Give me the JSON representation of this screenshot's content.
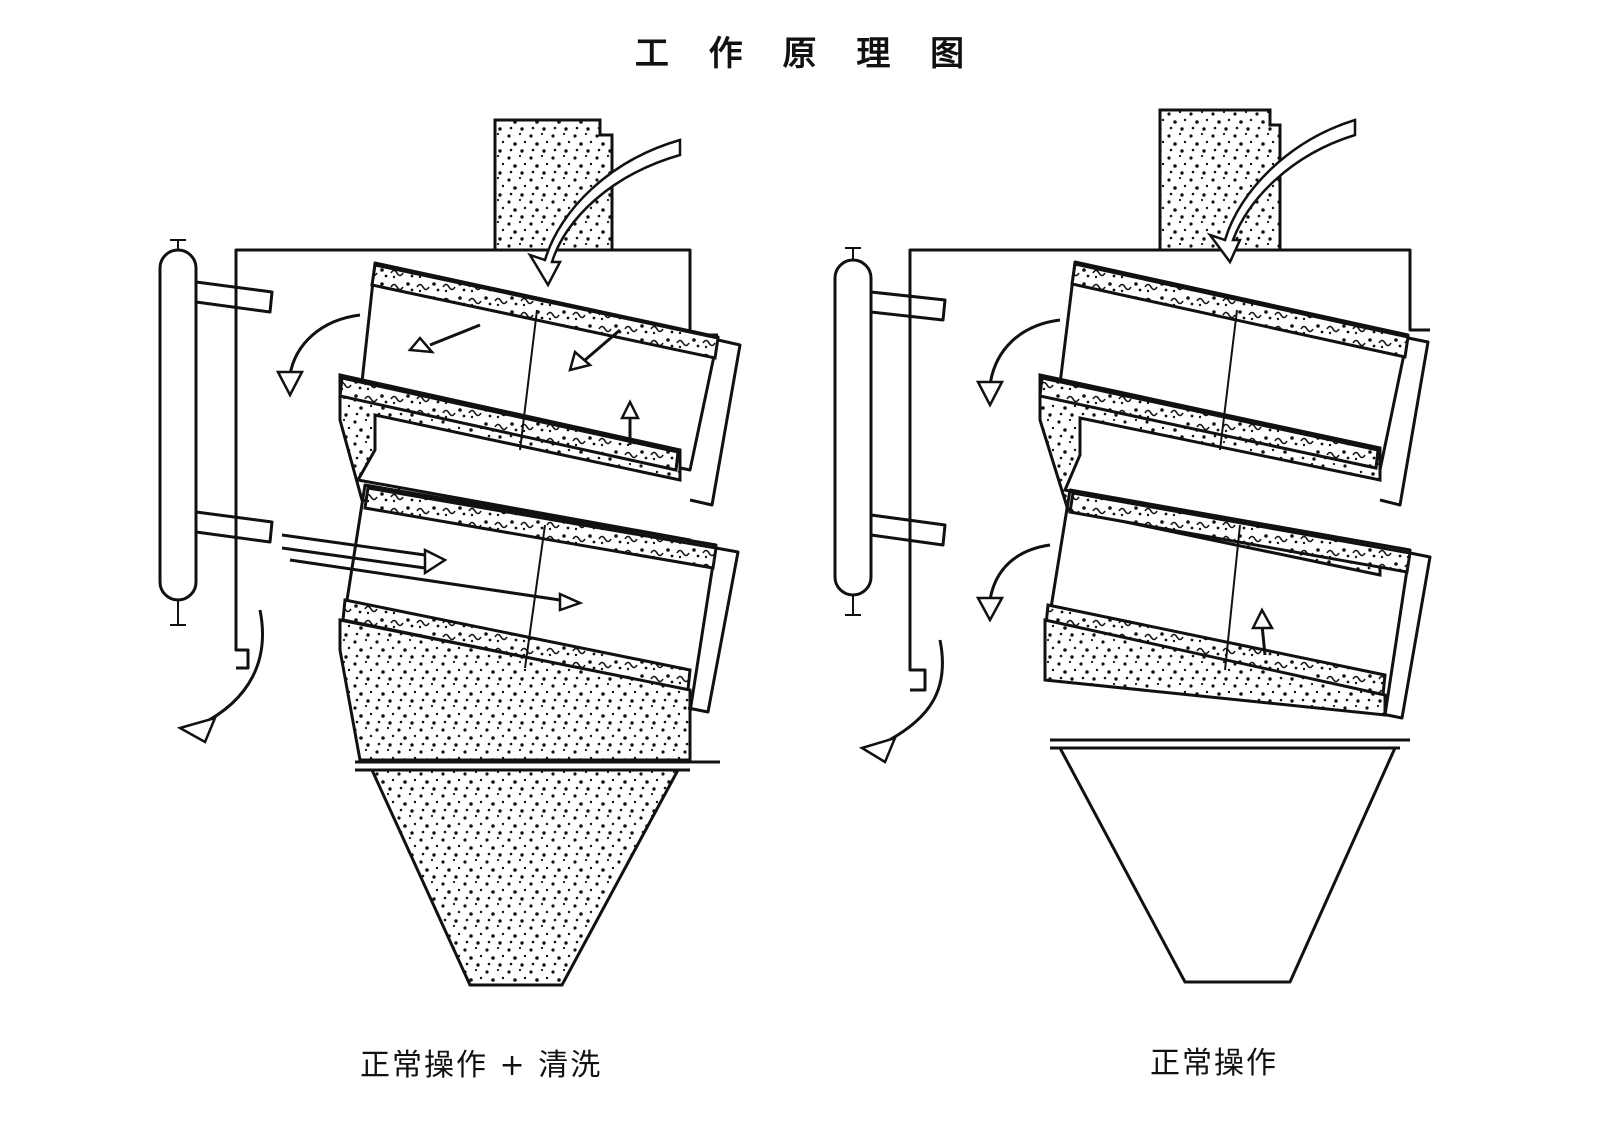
{
  "title": "工 作 原 理 图",
  "left_panel": {
    "caption": "正常操作 + 清洗"
  },
  "right_panel": {
    "caption": "正常操作"
  },
  "colors": {
    "ink": "#111111",
    "paper": "#ffffff"
  }
}
